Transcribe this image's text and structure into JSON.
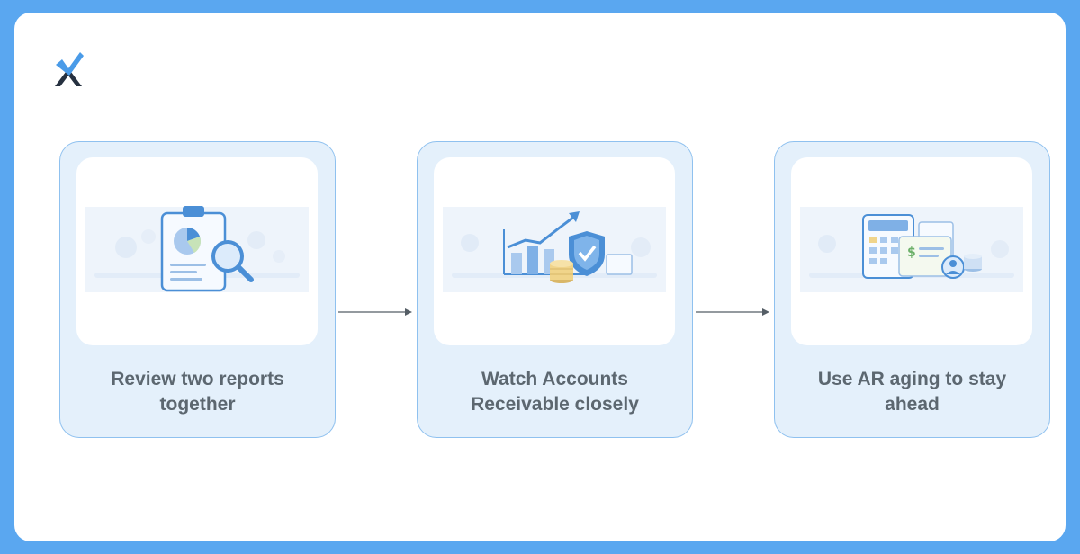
{
  "brand": {
    "logo_icon": "x-checkmark-logo-icon",
    "accent": "#5aa7f0"
  },
  "steps": [
    {
      "label": "Review two reports together",
      "icon": "clipboard-pie-chart-magnifier-icon"
    },
    {
      "label": "Watch Accounts Receivable closely",
      "icon": "growth-chart-shield-coins-icon"
    },
    {
      "label": "Use AR aging to stay ahead",
      "icon": "calculator-invoice-customer-icon"
    }
  ],
  "connectors": [
    "arrow-right-icon",
    "arrow-right-icon"
  ]
}
